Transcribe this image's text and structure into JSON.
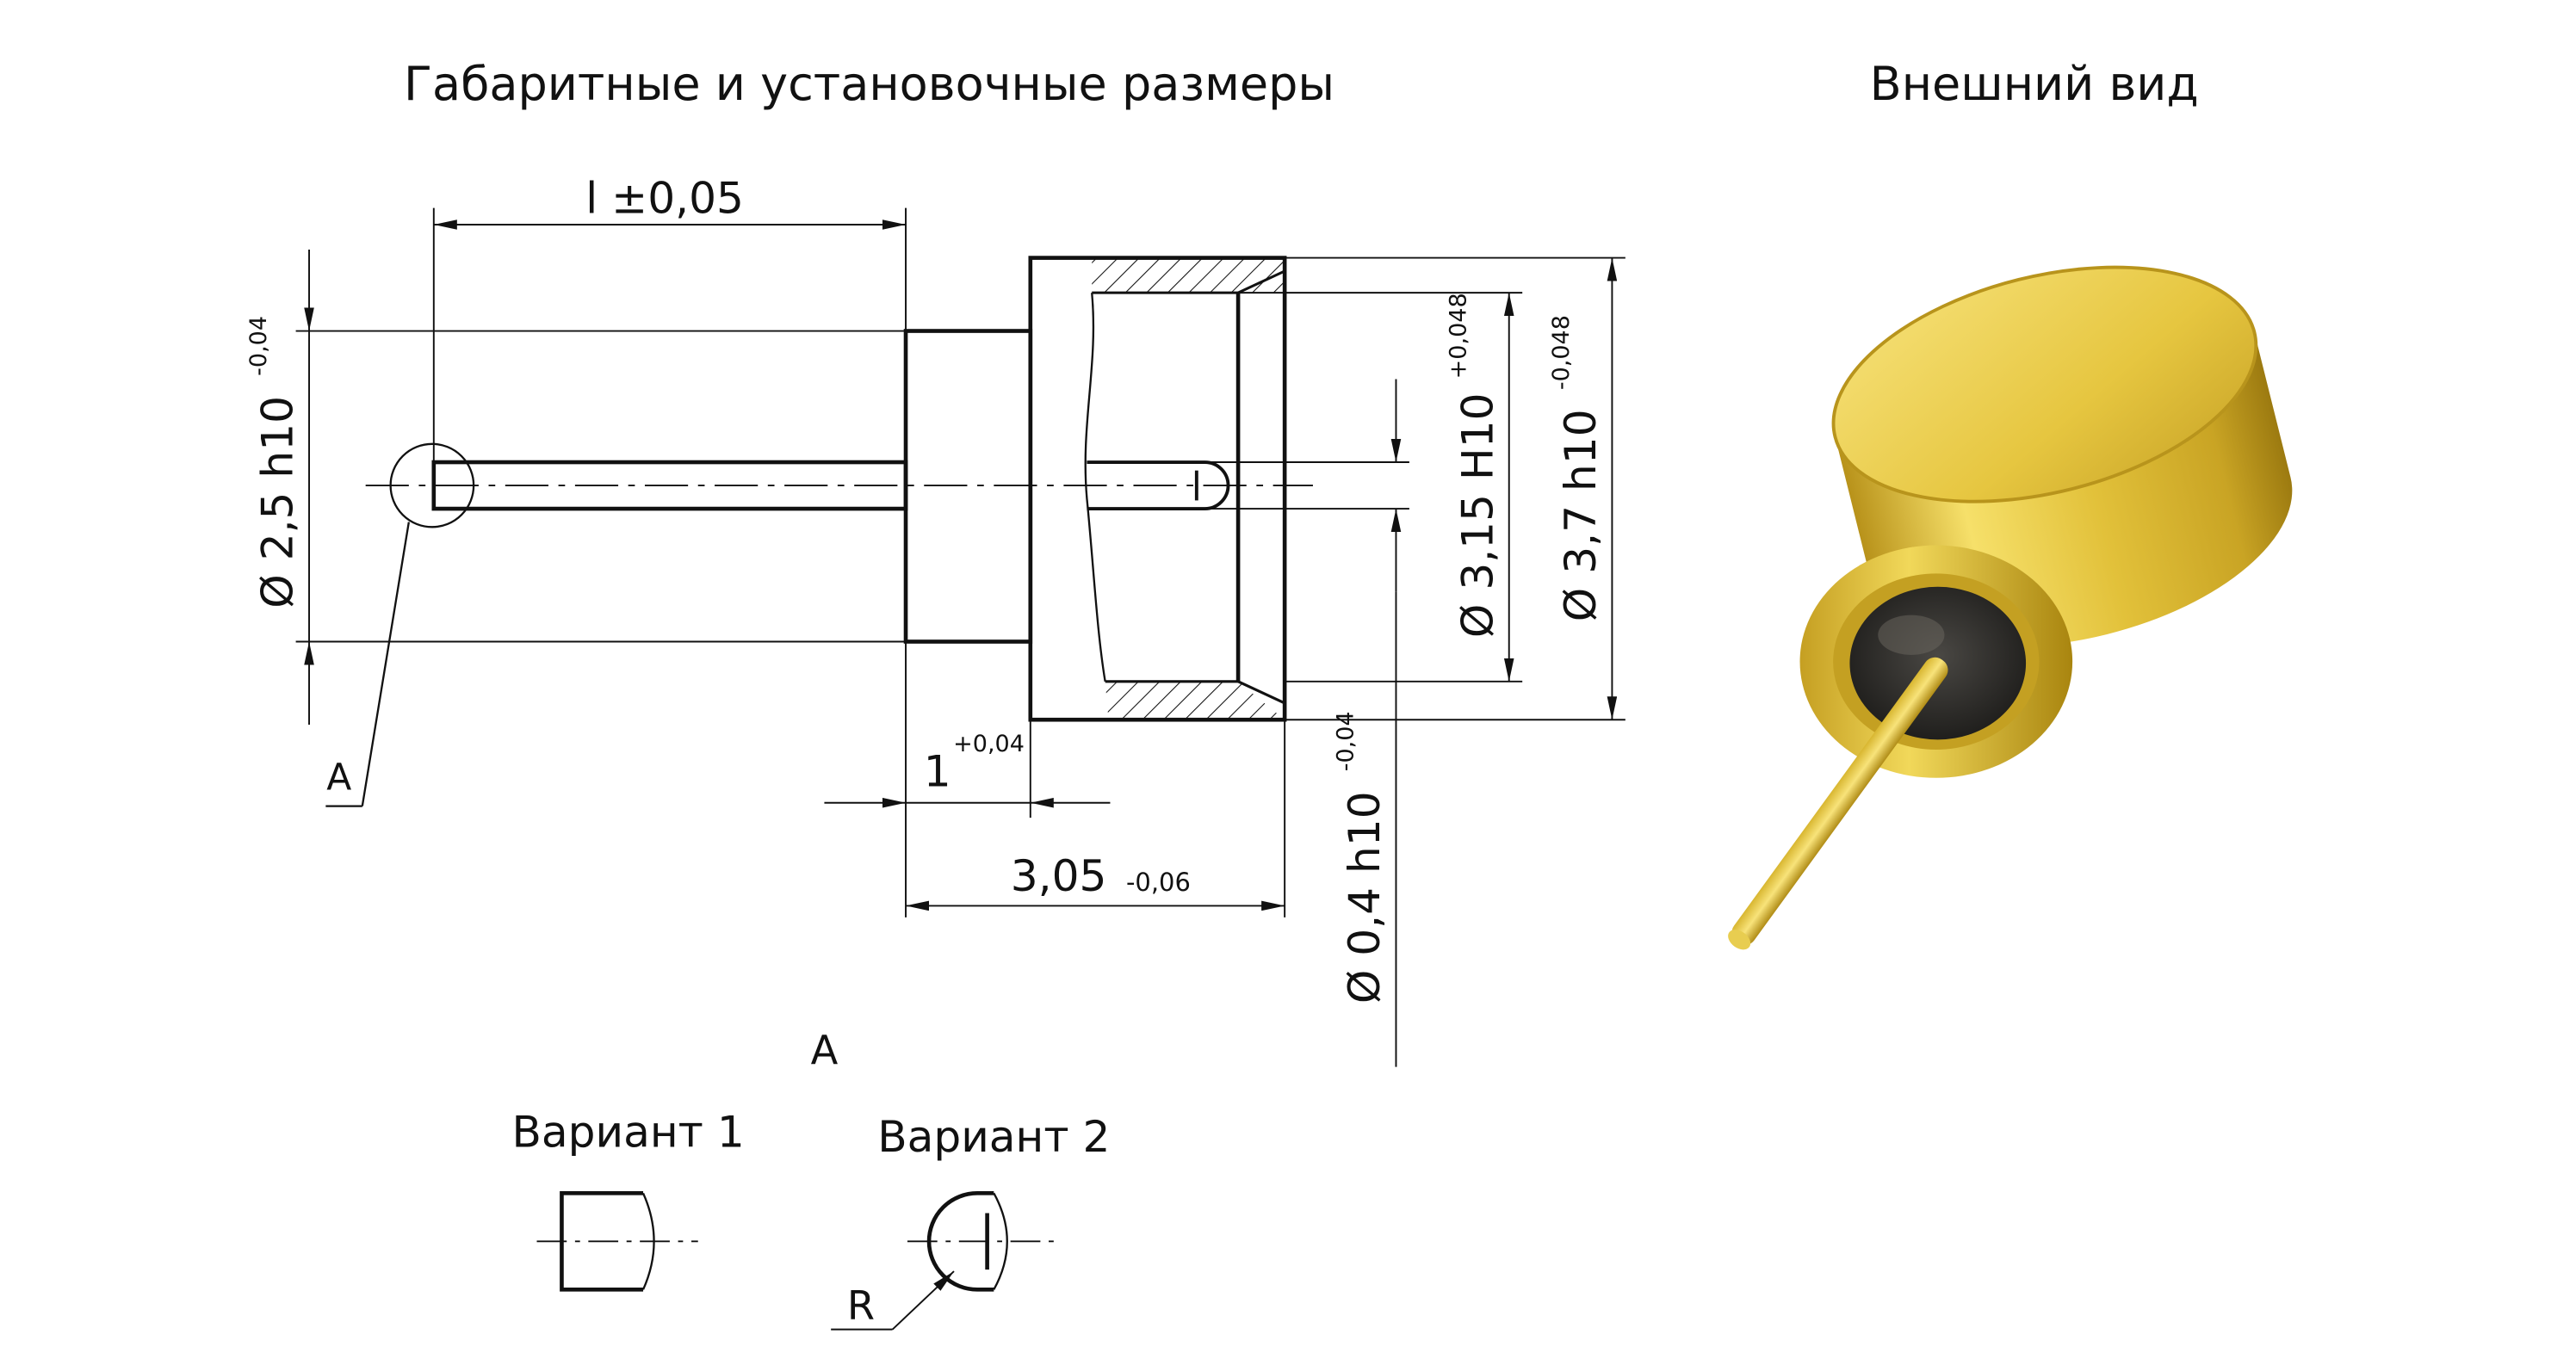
{
  "titles": {
    "dimensions": "Габаритные и установочные размеры",
    "appearance": "Внешний вид"
  },
  "dimensions": {
    "length_l": "l ±0,05",
    "step_1": "1",
    "step_1_tol": "+0,04",
    "length_305": "3,05",
    "length_305_tol": "-0,06",
    "dia_25": "Ø 2,5 h10",
    "dia_25_tol": "-0,04",
    "dia_315": "Ø 3,15 H10",
    "dia_315_tol": "+0,048",
    "dia_37": "Ø 3,7 h10",
    "dia_37_tol": "-0,048",
    "dia_04": "Ø 0,4 h10",
    "dia_04_tol": "-0,04"
  },
  "detail": {
    "callout": "A",
    "view_label": "A",
    "variant_1": "Вариант 1",
    "variant_2": "Вариант 2",
    "radius_label": "R"
  },
  "colors": {
    "line": "#111111",
    "hatch": "#111111",
    "gold_light": "#f3dc55",
    "gold_mid": "#d9b52a",
    "gold_dark": "#a88412",
    "insulator": "#2b2a28"
  }
}
